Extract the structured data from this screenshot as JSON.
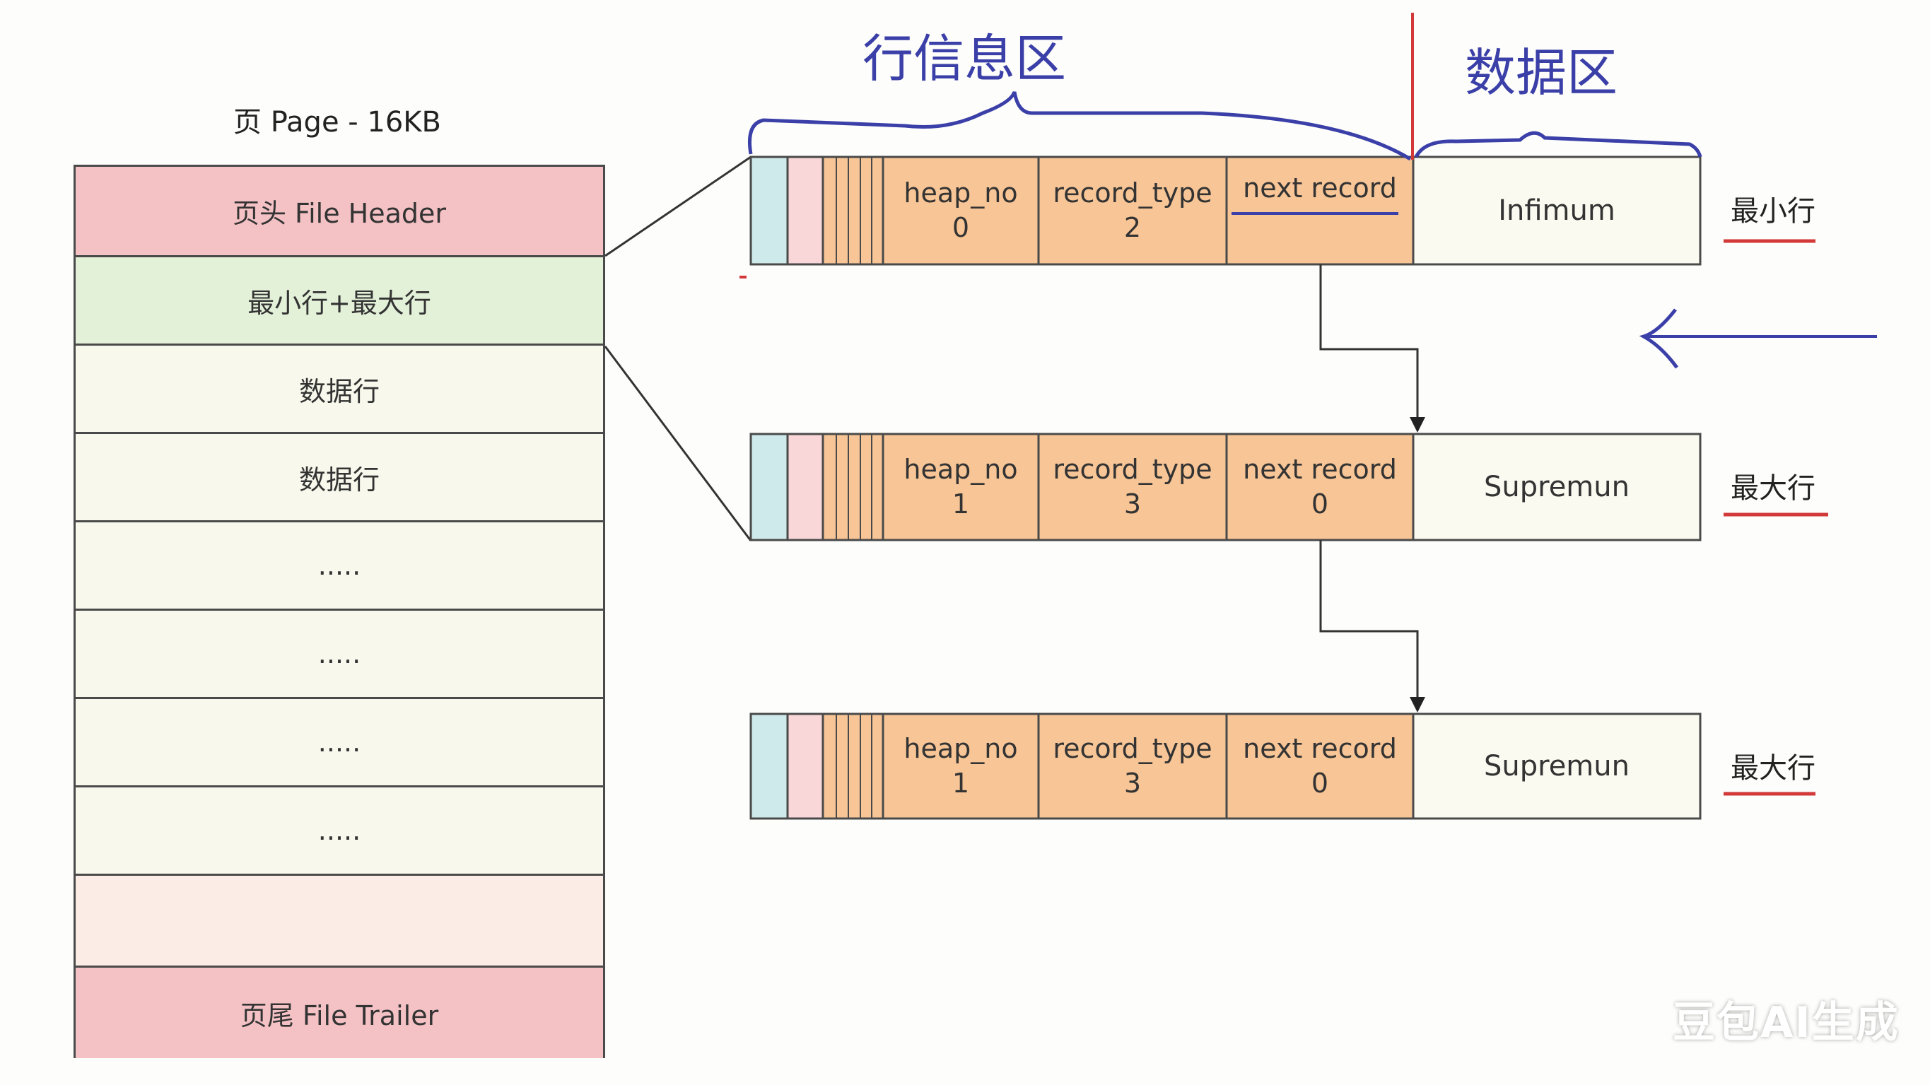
{
  "page": {
    "title": "页 Page - 16KB",
    "rows": [
      {
        "label": "页头 File Header",
        "color": "#f4c2c5"
      },
      {
        "label": "最小行+最大行",
        "color": "#e3f1d9"
      },
      {
        "label": "数据行",
        "color": "#f8f9ec"
      },
      {
        "label": "数据行",
        "color": "#f8f9ec"
      },
      {
        "label": ".....",
        "color": "#f8f9ec"
      },
      {
        "label": ".....",
        "color": "#f8f9ec"
      },
      {
        "label": ".....",
        "color": "#f8f9ec"
      },
      {
        "label": ".....",
        "color": "#f8f9ec"
      },
      {
        "label": "",
        "color": "#fbece6"
      },
      {
        "label": "页尾 File Trailer",
        "color": "#f4c2c5"
      }
    ]
  },
  "zones": {
    "row_info": "行信息区",
    "data": "数据区"
  },
  "records": [
    {
      "heap_no_label": "heap_no",
      "heap_no": "0",
      "record_type_label": "record_type",
      "record_type": "2",
      "next_record_label": "next record",
      "next_record": "",
      "data": "Infimum",
      "side_label": "最小行"
    },
    {
      "heap_no_label": "heap_no",
      "heap_no": "1",
      "record_type_label": "record_type",
      "record_type": "3",
      "next_record_label": "next record",
      "next_record": "0",
      "data": "Supremun",
      "side_label": "最大行"
    },
    {
      "heap_no_label": "heap_no",
      "heap_no": "1",
      "record_type_label": "record_type",
      "record_type": "3",
      "next_record_label": "next record",
      "next_record": "0",
      "data": "Supremun",
      "side_label": "最大行"
    }
  ],
  "watermark": "豆包AI生成",
  "colors": {
    "header": "#f4c2c5",
    "minmax": "#e3f1d9",
    "data_row": "#f8f9ec",
    "record_field": "#f7c596",
    "record_teal": "#cfeaea",
    "record_pink": "#f9d6d8",
    "record_data": "#fafaf0",
    "annotation_blue": "#3b3fa8",
    "annotation_red": "#d23a3a"
  }
}
